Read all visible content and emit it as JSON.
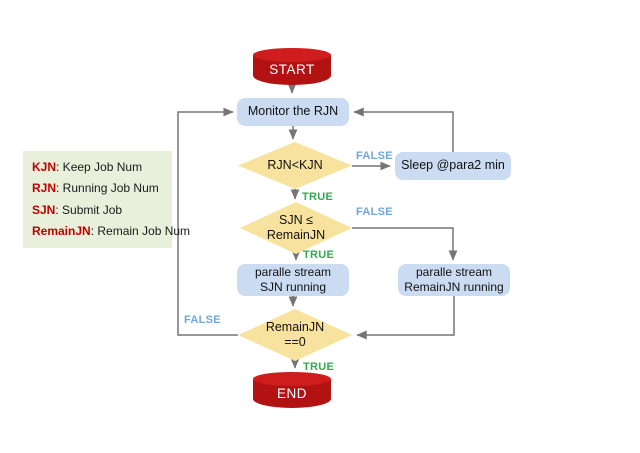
{
  "diagram": {
    "nodes": {
      "start": {
        "label": "START",
        "type": "terminator"
      },
      "monitor": {
        "label": "Monitor the RJN",
        "type": "process"
      },
      "decision_rjn_kjn": {
        "label": "RJN<KJN",
        "type": "decision"
      },
      "sleep": {
        "label": "Sleep @para2 min",
        "type": "process"
      },
      "decision_sjn_remainjn": {
        "label": "SJN ≤\nRemainJN",
        "type": "decision"
      },
      "parallel_sjn": {
        "label": "paralle stream\nSJN running",
        "type": "process"
      },
      "parallel_remainjn": {
        "label": "paralle stream\nRemainJN running",
        "type": "process"
      },
      "decision_remainjn_zero": {
        "label": "RemainJN\n==0",
        "type": "decision"
      },
      "end": {
        "label": "END",
        "type": "terminator"
      }
    },
    "edge_labels": {
      "d1_true": "TRUE",
      "d1_false": "FALSE",
      "d2_true": "TRUE",
      "d2_false": "FALSE",
      "d3_true": "TRUE",
      "d3_false": "FALSE"
    }
  },
  "legend": {
    "items": [
      {
        "term": "KJN",
        "desc": ": Keep Job Num"
      },
      {
        "term": "RJN",
        "desc": ": Running Job Num"
      },
      {
        "term": "SJN",
        "desc": ": Submit Job"
      },
      {
        "term": "RemainJN",
        "desc": ": Remain Job Num"
      }
    ]
  },
  "colors": {
    "terminator_red_body": "#b31212",
    "terminator_red_top": "#cf1d1d",
    "process_blue": "#cbdcf2",
    "decision_yellow": "#f8e39e",
    "legend_green": "#e8f0dc",
    "true_green": "#34a853",
    "false_blue": "#6fa8dc",
    "keyword_red": "#c00000",
    "connector_gray": "#757575"
  }
}
